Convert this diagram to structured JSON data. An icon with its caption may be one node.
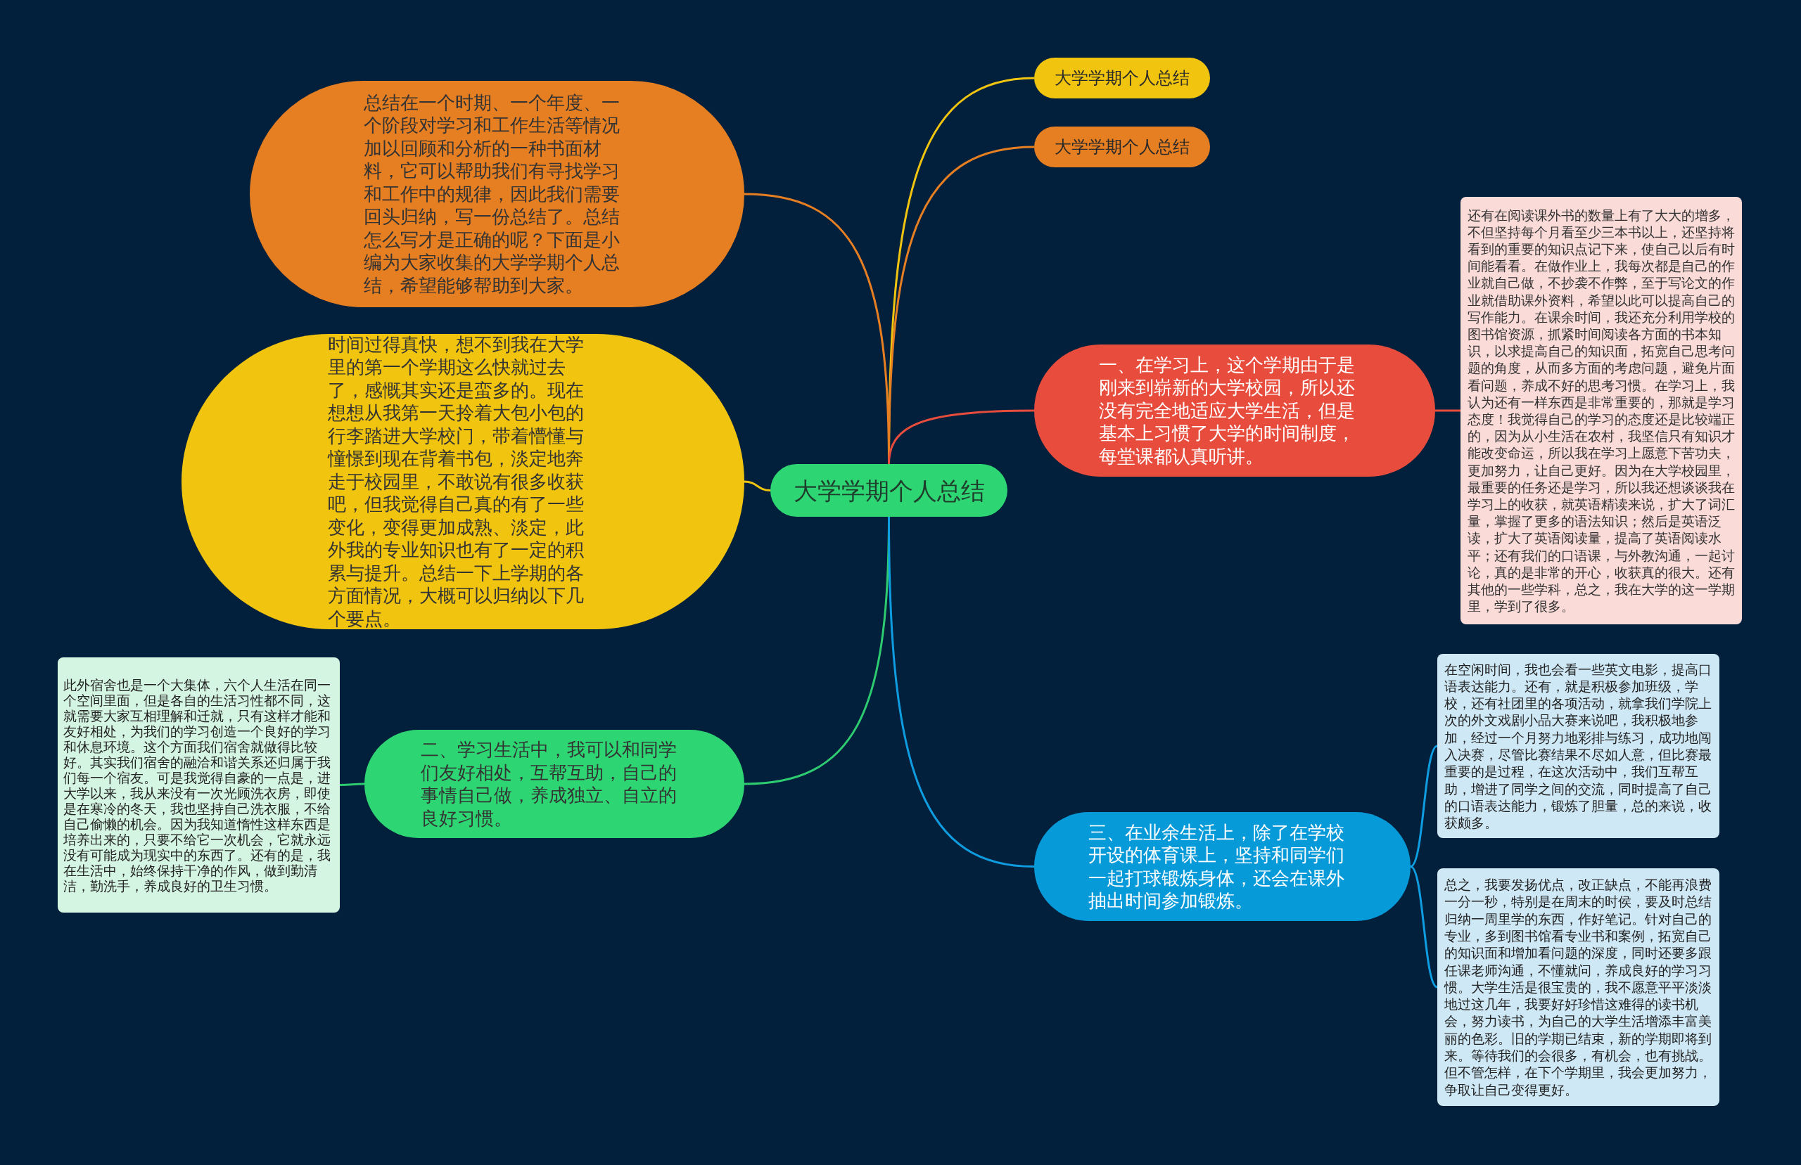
{
  "diagram": {
    "nodes": [
      {
        "text": [
          "大学学期个人总结"
        ]
      },
      {
        "text": [
          "大学学期个人总结"
        ]
      },
      {
        "text": [
          "大学学期个人总结"
        ]
      },
      {
        "text": [
          "总结在一个时期、一个年度、一个阶段对学习和工作生活等情况加以回顾和分析的一种书面材料，它可以帮助我们有寻找学习和工作中的规律，因此我们需要回头归纳，写一份总结了。总结怎么写才是正确的呢？下面是小编为大家收集的大学学期个人总结，希望能够帮助到大家。"
        ]
      },
      {
        "text": [
          "时间过得真快，想不到我在大学里的第一个学期这么快就过去了，感慨其实还是蛮多的。现在想想从我第一天拎着大包小包的行李踏进大学校门，带着懵懂与憧憬到现在背着书包，淡定地奔走于校园里，不敢说有很多收获吧，但我觉得自己真的有了一些变化，变得更加成熟、淡定，此外我的专业知识也有了一定的积累与提升。总结一下上学期的各方面情况，大概可以归纳以下几个要点。"
        ]
      },
      {
        "text": [
          "一、在学习上，这个学期由于是刚来到崭新的大学校园，所以还没有完全地适应大学生活，但是基本上习惯了大学的时间制度，每堂课都认真听讲。"
        ]
      },
      {
        "text": [
          "还有在阅读课外书的数量上有了大大的增多，不但坚持每个月看至少三本书以上，还坚持将看到的重要的知识点记下来，使自己以后有时间能看看。在做作业上，我每次都是自己的作业就自己做，不抄袭不作弊，至于写论文的作业就借助课外资料，希望以此可以提高自己的写作能力。在课余时间，我还充分利用学校的图书馆资源，抓紧时间阅读各方面的书本知识，以求提高自己的知识面，拓宽自己思考问题的角度，从而多方面的考虑问题，避免片面看问题，养成不好的思考习惯。在学习上，我认为还有一样东西是非常重要的，那就是学习态度！我觉得自己的学习的态度还是比较端正的，因为从小生活在农村，我坚信只有知识才能改变命运，所以我在学习上愿意下苦功夫，更加努力，让自己更好。因为在大学校园里，最重要的任务还是学习，所以我还想谈谈我在学习上的收获，就英语精读来说，扩大了词汇量，掌握了更多的语法知识；然后是英语泛读，扩大了英语阅读量，提高了英语阅读水平；还有我们的口语课，与外教沟通，一起讨论，真的是非常的开心，收获真的很大。还有其他的一些学科，总之，我在大学的这一学期里，学到了很多。"
        ]
      },
      {
        "text": [
          "二、学习生活中，我可以和同学们友好相处，互帮互助，自己的事情自己做，养成独立、自立的良好习惯。"
        ]
      },
      {
        "text": [
          "此外宿舍也是一个大集体，六个人生活在同一个空间里面，但是各自的生活习性都不同，这就需要大家互相理解和迁就，只有这样才能和友好相处，为我们的学习创造一个良好的学习和休息环境。这个方面我们宿舍就做得比较好。其实我们宿舍的融洽和谐关系还归属于我们每一个宿友。可是我觉得自豪的一点是，进大学以来，我从来没有一次光顾洗衣房，即使是在寒冷的冬天，我也坚持自己洗衣服，不给自己偷懒的机会。因为我知道惰性这样东西是培养出来的，只要不给它一次机会，它就永远没有可能成为现实中的东西了。还有的是，我在生活中，始终保持干净的作风，做到勤清洁，勤洗手，养成良好的卫生习惯。"
        ]
      },
      {
        "text": [
          "三、在业余生活上，除了在学校开设的体育课上，坚持和同学们一起打球锻炼身体，还会在课外抽出时间参加锻炼。"
        ]
      },
      {
        "text": [
          "在空闲时间，我也会看一些英文电影，提高口语表达能力。还有，就是积极参加班级，学校，还有社团里的各项活动，就拿我们学院上次的外文戏剧小品大赛来说吧，我积极地参加，经过一个月努力地彩排与练习，成功地闯入决赛，尽管比赛结果不尽如人意，但比赛最重要的是过程，在这次活动中，我们互帮互助，增进了同学之间的交流，同时提高了自己的口语表达能力，锻炼了胆量，总的来说，收获颇多。"
        ]
      },
      {
        "text": [
          "总之，我要发扬优点，改正缺点，不能再浪费一分一秒，特别是在周末的时侯，要及时总结归纳一周里学的东西，作好笔记。针对自己的专业，多到图书馆看专业书和案例，拓宽自己的知识面和增加看问题的深度，同时还要多跟任课老师沟通，不懂就问，养成良好的学习习惯。大学生活是很宝贵的，我不愿意平平淡淡地过这几年，我要好好珍惜这难得的读书机会，努力读书，为自己的大学生活增添丰富美丽的色彩。旧的学期已结束，新的学期即将到来。等待我们的会很多，有机会，也有挑战。但不管怎样，在下个学期里，我会更加努力，争取让自己变得更好。"
        ]
      }
    ],
    "edges": [
      {
        "from": 0,
        "to": 1,
        "arrow": "none",
        "color": "#f1c40f"
      },
      {
        "from": 0,
        "to": 2,
        "arrow": "none",
        "color": "#e67e22"
      },
      {
        "from": 0,
        "to": 3,
        "arrow": "none",
        "color": "#e67e22"
      },
      {
        "from": 0,
        "to": 4,
        "arrow": "none",
        "color": "#f1c40f"
      },
      {
        "from": 0,
        "to": 5,
        "arrow": "none",
        "color": "#e74c3c"
      },
      {
        "from": 5,
        "to": 6,
        "arrow": "none",
        "color": "#e74c3c"
      },
      {
        "from": 0,
        "to": 7,
        "arrow": "none",
        "color": "#2ecc71"
      },
      {
        "from": 7,
        "to": 8,
        "arrow": "none",
        "color": "#2ecc71"
      },
      {
        "from": 0,
        "to": 9,
        "arrow": "none",
        "color": "#0e9de0"
      },
      {
        "from": 9,
        "to": 10,
        "arrow": "none",
        "color": "#0e9de0"
      },
      {
        "from": 9,
        "to": 11,
        "arrow": "none",
        "color": "#0e9de0"
      }
    ]
  }
}
